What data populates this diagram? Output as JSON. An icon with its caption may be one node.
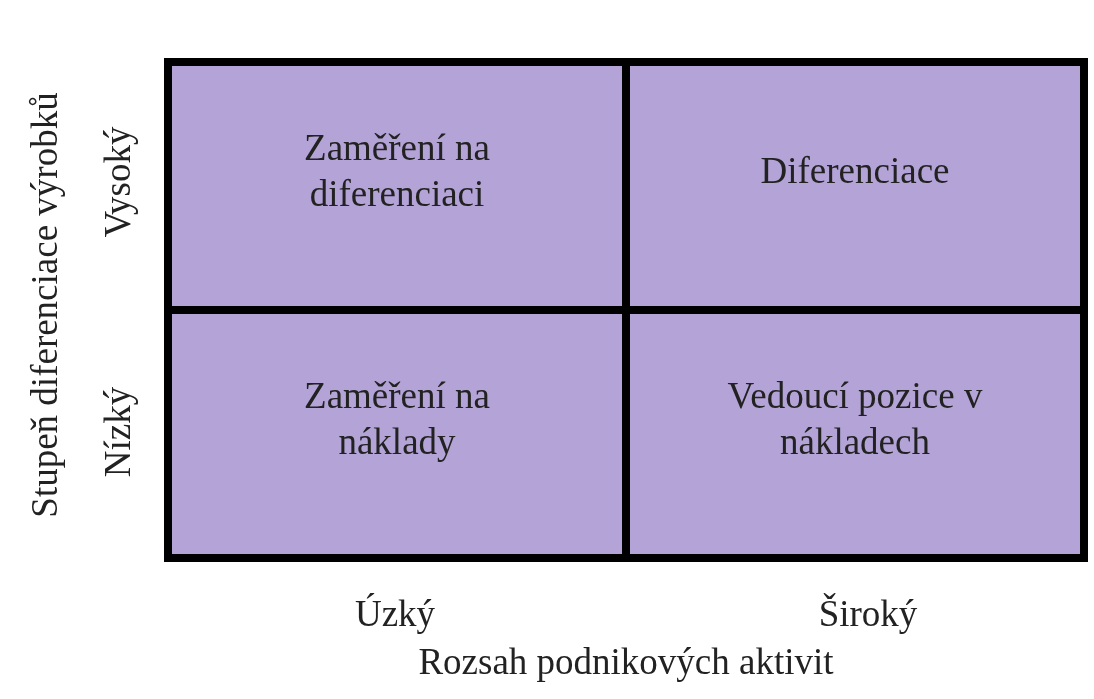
{
  "diagram": {
    "nodes": [
      {
        "text": [
          "Zaměření na diferenciaci"
        ]
      },
      {
        "text": [
          "Diferenciace"
        ]
      },
      {
        "text": [
          "Zaměření na náklady"
        ]
      },
      {
        "text": [
          "Vedoucí pozice v nákladech"
        ]
      }
    ],
    "edges": [],
    "labels": [
      "Stupeň diferenciace výrobků",
      "Vysoký",
      "Nízký",
      "Úzký",
      "Široký",
      "Rozsah podnikových aktivit"
    ]
  }
}
